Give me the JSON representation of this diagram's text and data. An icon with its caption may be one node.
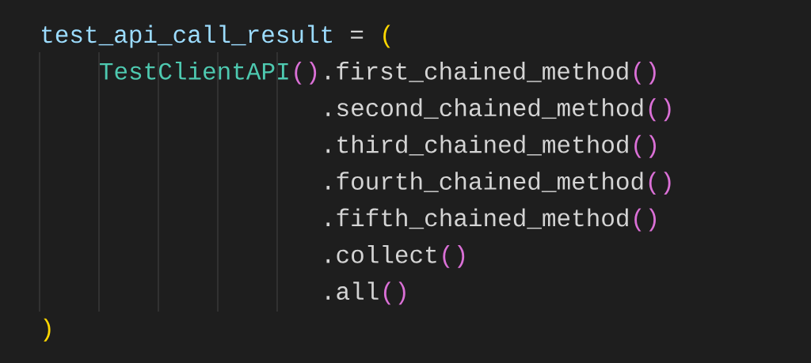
{
  "diagram": {
    "labels": [
      "test_api_call_result",
      "=",
      "(",
      "TestClientAPI",
      "()",
      ".first_chained_method",
      "()",
      ".second_chained_method",
      "()",
      ".third_chained_method",
      "()",
      ".fourth_chained_method",
      "()",
      ".fifth_chained_method",
      "()",
      ".collect",
      "()",
      ".all",
      "()",
      ")"
    ]
  }
}
